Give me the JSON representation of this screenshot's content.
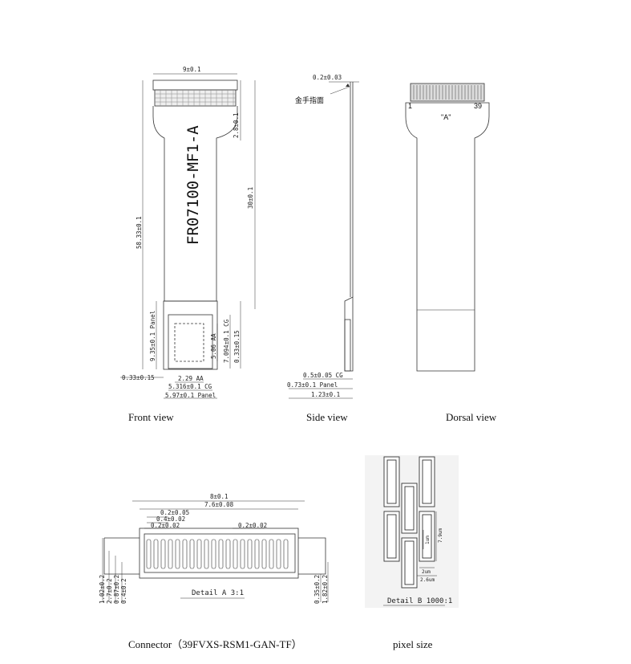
{
  "front_view": {
    "caption": "Front view",
    "part_label": "FR07100-MF1-A",
    "dims": {
      "top_width": "9±0.1",
      "neck": "2.8±0.1",
      "tail": "30±0.1",
      "total": "58.33±0.1",
      "panel_h": "9.35±0.1 Panel",
      "aa_h": "5.06 AA",
      "cg_h": "7.094±0.1 CG",
      "offset_h": "0.33±0.15",
      "offset_w": "0.33±0.15",
      "aa_w": "2.29 AA",
      "cg_w": "5.316±0.1 CG",
      "panel_w": "5.97±0.1 Panel"
    }
  },
  "side_view": {
    "caption": "Side view",
    "note": "金手指面",
    "dims": {
      "thickness": "0.2±0.03",
      "cg": "0.5±0.05 CG",
      "panel": "0.73±0.1 Panel",
      "total": "1.23±0.1"
    }
  },
  "dorsal_view": {
    "caption": "Dorsal view",
    "pin_first": "1",
    "pin_last": "39",
    "marker": "\"A\""
  },
  "connector": {
    "caption": "Connector（39FVXS-RSM1-GAN-TF）",
    "detail": "Detail A 3:1",
    "dims": {
      "w8": "8±0.1",
      "w76": "7.6±0.08",
      "w02a": "0.2±0.05",
      "w04": "0.4±0.02",
      "w02b": "0.2±0.02",
      "w02c": "0.2±0.02",
      "h1": "1.02±0.2",
      "h2": "2.7±0.2",
      "h3": "0.87±0.2",
      "h4": "0.4±0.2",
      "h5": "0.35±0.2",
      "h6": "1.82±0.2"
    }
  },
  "pixel": {
    "caption": "pixel size",
    "detail": "Detail B 1000:1",
    "dims": {
      "a": "1um",
      "b": "7.9um",
      "c": "2um",
      "d": "2.6um"
    }
  }
}
